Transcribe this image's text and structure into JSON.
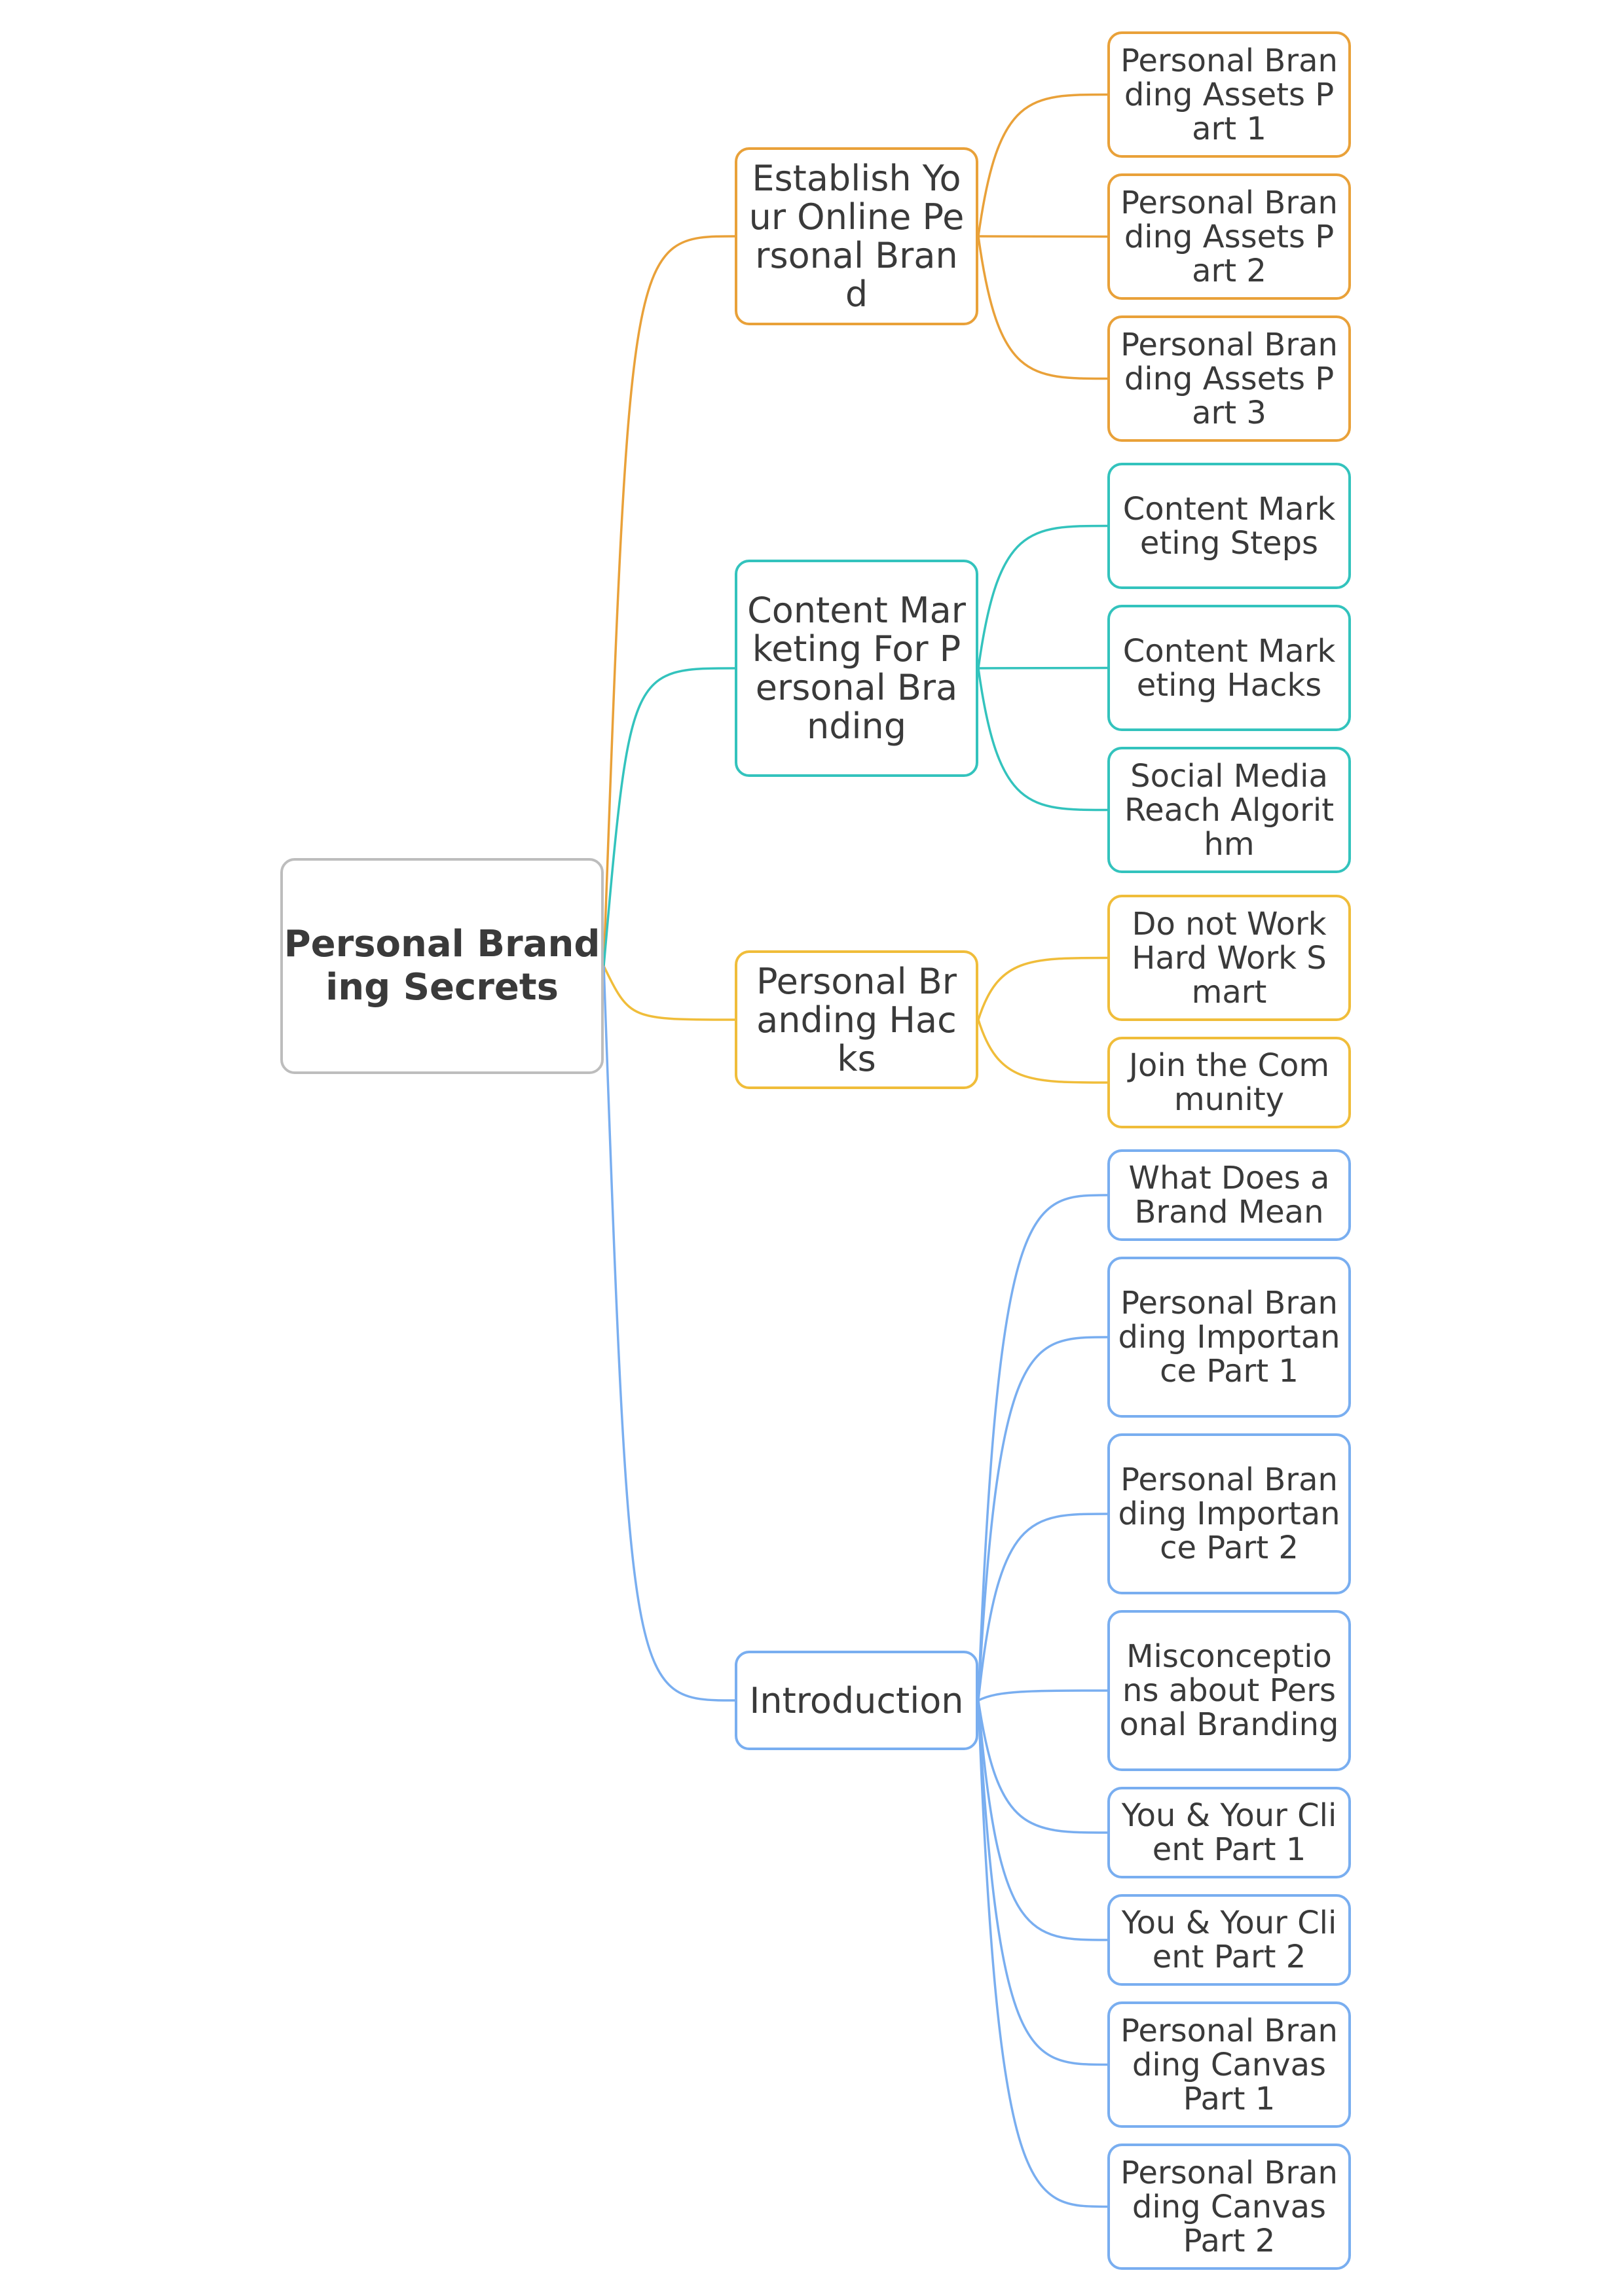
{
  "mind_map": {
    "root": {
      "label": "Personal Branding Secrets",
      "color": "#bdbdbd"
    },
    "branches": [
      {
        "label": "Establish Your Online Personal Brand",
        "color": "#e9a139",
        "children": [
          "Personal Branding Assets Part 1",
          "Personal Branding Assets Part 2",
          "Personal Branding Assets Part 3"
        ]
      },
      {
        "label": "Content Marketing For Personal Branding",
        "color": "#33c3bd",
        "children": [
          "Content Marketing Steps",
          "Content Marketing Hacks",
          "Social Media Reach Algorithm"
        ]
      },
      {
        "label": "Personal Branding Hacks",
        "color": "#f0bd3a",
        "children": [
          "Do not Work Hard Work Smart",
          "Join the Community"
        ]
      },
      {
        "label": "Introduction",
        "color": "#79aef0",
        "children": [
          "What Does a Brand Mean",
          "Personal Branding Importance Part 1",
          "Personal Branding Importance Part 2",
          "Misconceptions about Personal Branding",
          "You & Your Client Part 1",
          "You & Your Client Part 2",
          "Personal Branding Canvas Part 1",
          "Personal Branding Canvas Part 2"
        ]
      }
    ]
  }
}
